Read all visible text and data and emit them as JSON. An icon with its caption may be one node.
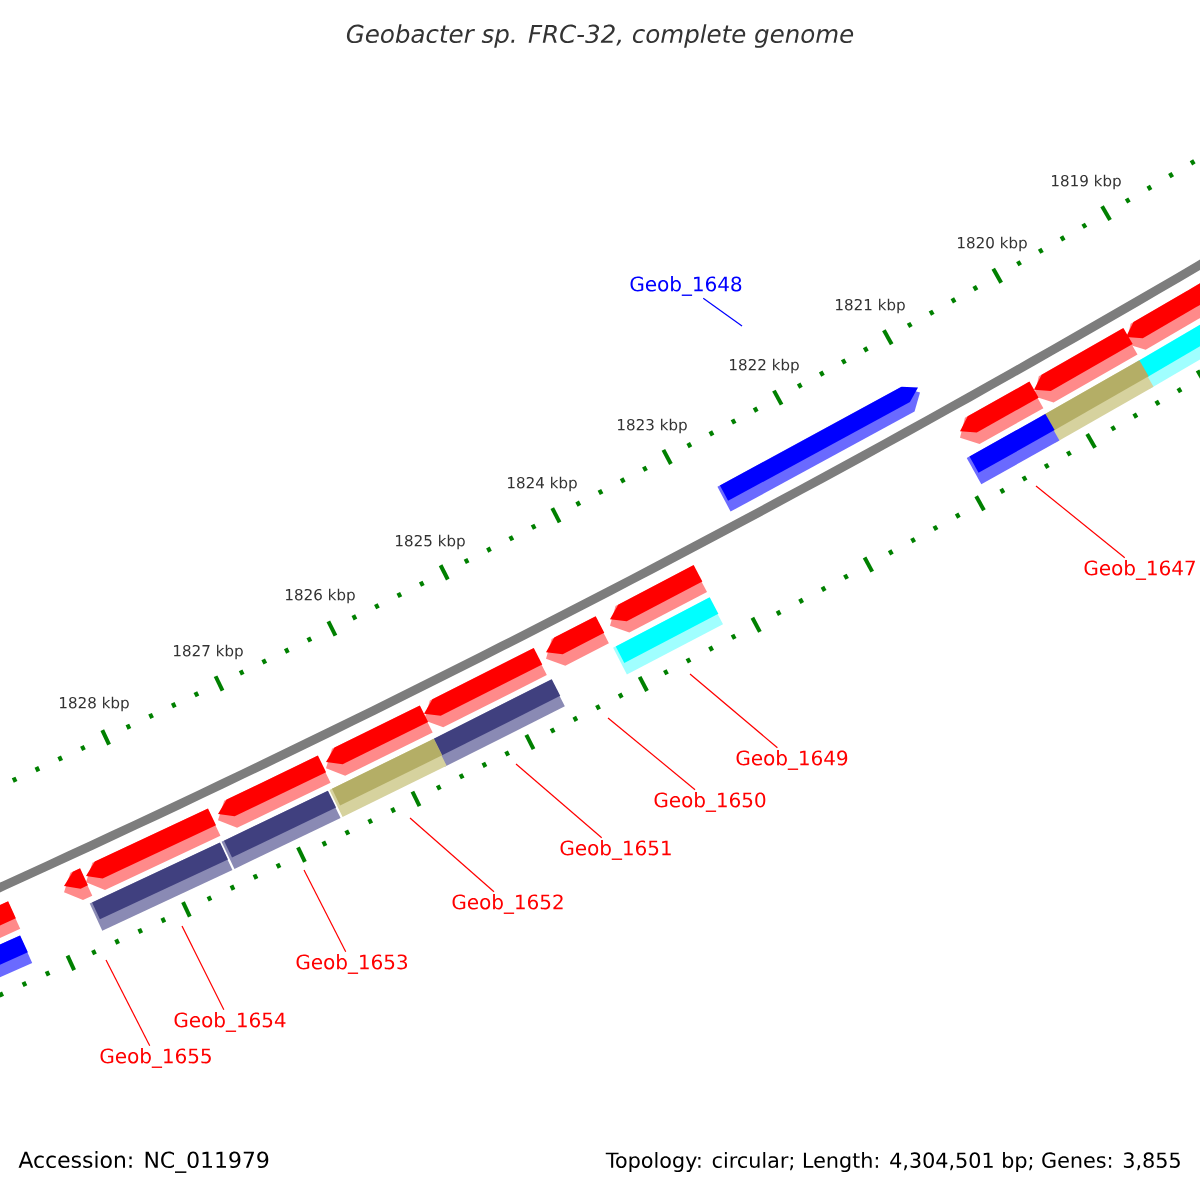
{
  "diagram": {
    "title": "Geobacter sp. FRC-32, complete genome",
    "nodes": [
      {
        "text": [
          "Geob_1648"
        ]
      },
      {
        "text": [
          "Geob_1647"
        ]
      },
      {
        "text": [
          "Geob_1649"
        ]
      },
      {
        "text": [
          "Geob_1650"
        ]
      },
      {
        "text": [
          "Geob_1651"
        ]
      },
      {
        "text": [
          "Geob_1652"
        ]
      },
      {
        "text": [
          "Geob_1653"
        ]
      },
      {
        "text": [
          "Geob_1654"
        ]
      },
      {
        "text": [
          "Geob_1655"
        ]
      }
    ],
    "edges": [
      {
        "from": 0,
        "to": null,
        "arrow": "none",
        "color": "#0000ff"
      },
      {
        "from": 1,
        "to": null,
        "arrow": "none"
      },
      {
        "from": 2,
        "to": null,
        "arrow": "none"
      },
      {
        "from": 3,
        "to": null,
        "arrow": "none"
      },
      {
        "from": 4,
        "to": null,
        "arrow": "none"
      },
      {
        "from": 5,
        "to": null,
        "arrow": "none"
      },
      {
        "from": 6,
        "to": null,
        "arrow": "none"
      },
      {
        "from": 7,
        "to": null,
        "arrow": "none"
      },
      {
        "from": 8,
        "to": null,
        "arrow": "none"
      }
    ],
    "labels": [
      "1819 kbp",
      "1820 kbp",
      "1821 kbp",
      "1822 kbp",
      "1823 kbp",
      "1824 kbp",
      "1825 kbp",
      "1826 kbp",
      "1827 kbp",
      "1828 kbp",
      "Accession: NC_011979",
      "Topology: circular; Length: 4,304,501 bp; Genes: 3,855"
    ]
  }
}
